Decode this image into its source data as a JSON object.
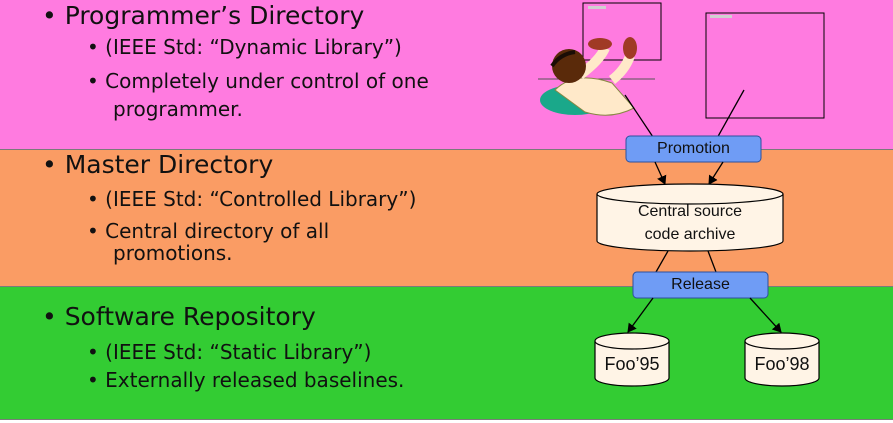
{
  "colors": {
    "programmer_band": "#ff7be0",
    "master_band": "#fa9c64",
    "repository_band": "#33cc33",
    "process_box": "#6f9cf5",
    "archive_fill": "#fff4e6"
  },
  "sections": {
    "programmer": {
      "heading": "• Programmer’s Directory",
      "bullet1": "• (IEEE Std: “Dynamic Library”)",
      "bullet2_line1": "• Completely under control of one",
      "bullet2_line2": "programmer."
    },
    "master": {
      "heading": "• Master Directory",
      "bullet1": "• (IEEE Std: “Controlled Library”)",
      "bullet2_line1": "• Central directory of all",
      "bullet2_line2": "promotions."
    },
    "repository": {
      "heading": "• Software Repository",
      "bullet1": "• (IEEE Std: “Static Library”)",
      "bullet2": "• Externally released baselines."
    }
  },
  "diagram": {
    "promotion_label": "Promotion",
    "archive_line1": "Central source",
    "archive_line2": "code archive",
    "release_label": "Release",
    "release_left": "Foo’95",
    "release_right": "Foo’98"
  },
  "icons": {
    "person": "person-at-desk-icon"
  }
}
